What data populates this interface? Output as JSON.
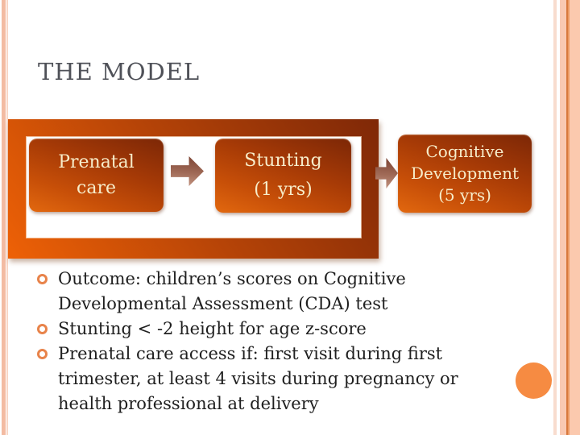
{
  "slide": {
    "title": "THE MODEL"
  },
  "diagram": {
    "boxes": [
      {
        "id": "prenatal-care",
        "lines": [
          "Prenatal",
          "care"
        ]
      },
      {
        "id": "stunting",
        "lines": [
          "Stunting",
          "(1 yrs)"
        ]
      },
      {
        "id": "cognitive-development",
        "lines": [
          "Cognitive",
          "Development",
          "(5 yrs)"
        ]
      }
    ],
    "arrows": [
      "right-arrow",
      "right-arrow"
    ]
  },
  "bullets": [
    {
      "lines": [
        "Outcome: children’s scores on Cognitive",
        "Developmental Assessment (CDA) test"
      ]
    },
    {
      "lines": [
        "Stunting < -2 height for age z-score"
      ]
    },
    {
      "lines": [
        "Prenatal care access if: first visit during first",
        "trimester, at least 4 visits during pregnancy or",
        "health professional at delivery"
      ]
    }
  ],
  "colors": {
    "frame_orange_bright": "#ee6106",
    "frame_orange_dark": "#7f2807",
    "box_text_cream": "#f7edca",
    "title_gray": "#4f5158",
    "body_text": "#202020",
    "bullet_ring_orange": "#e8834a",
    "arrow_brown": "#a06a57",
    "circle_orange": "#f68b42",
    "stripe_pink": "#f3bba2"
  }
}
